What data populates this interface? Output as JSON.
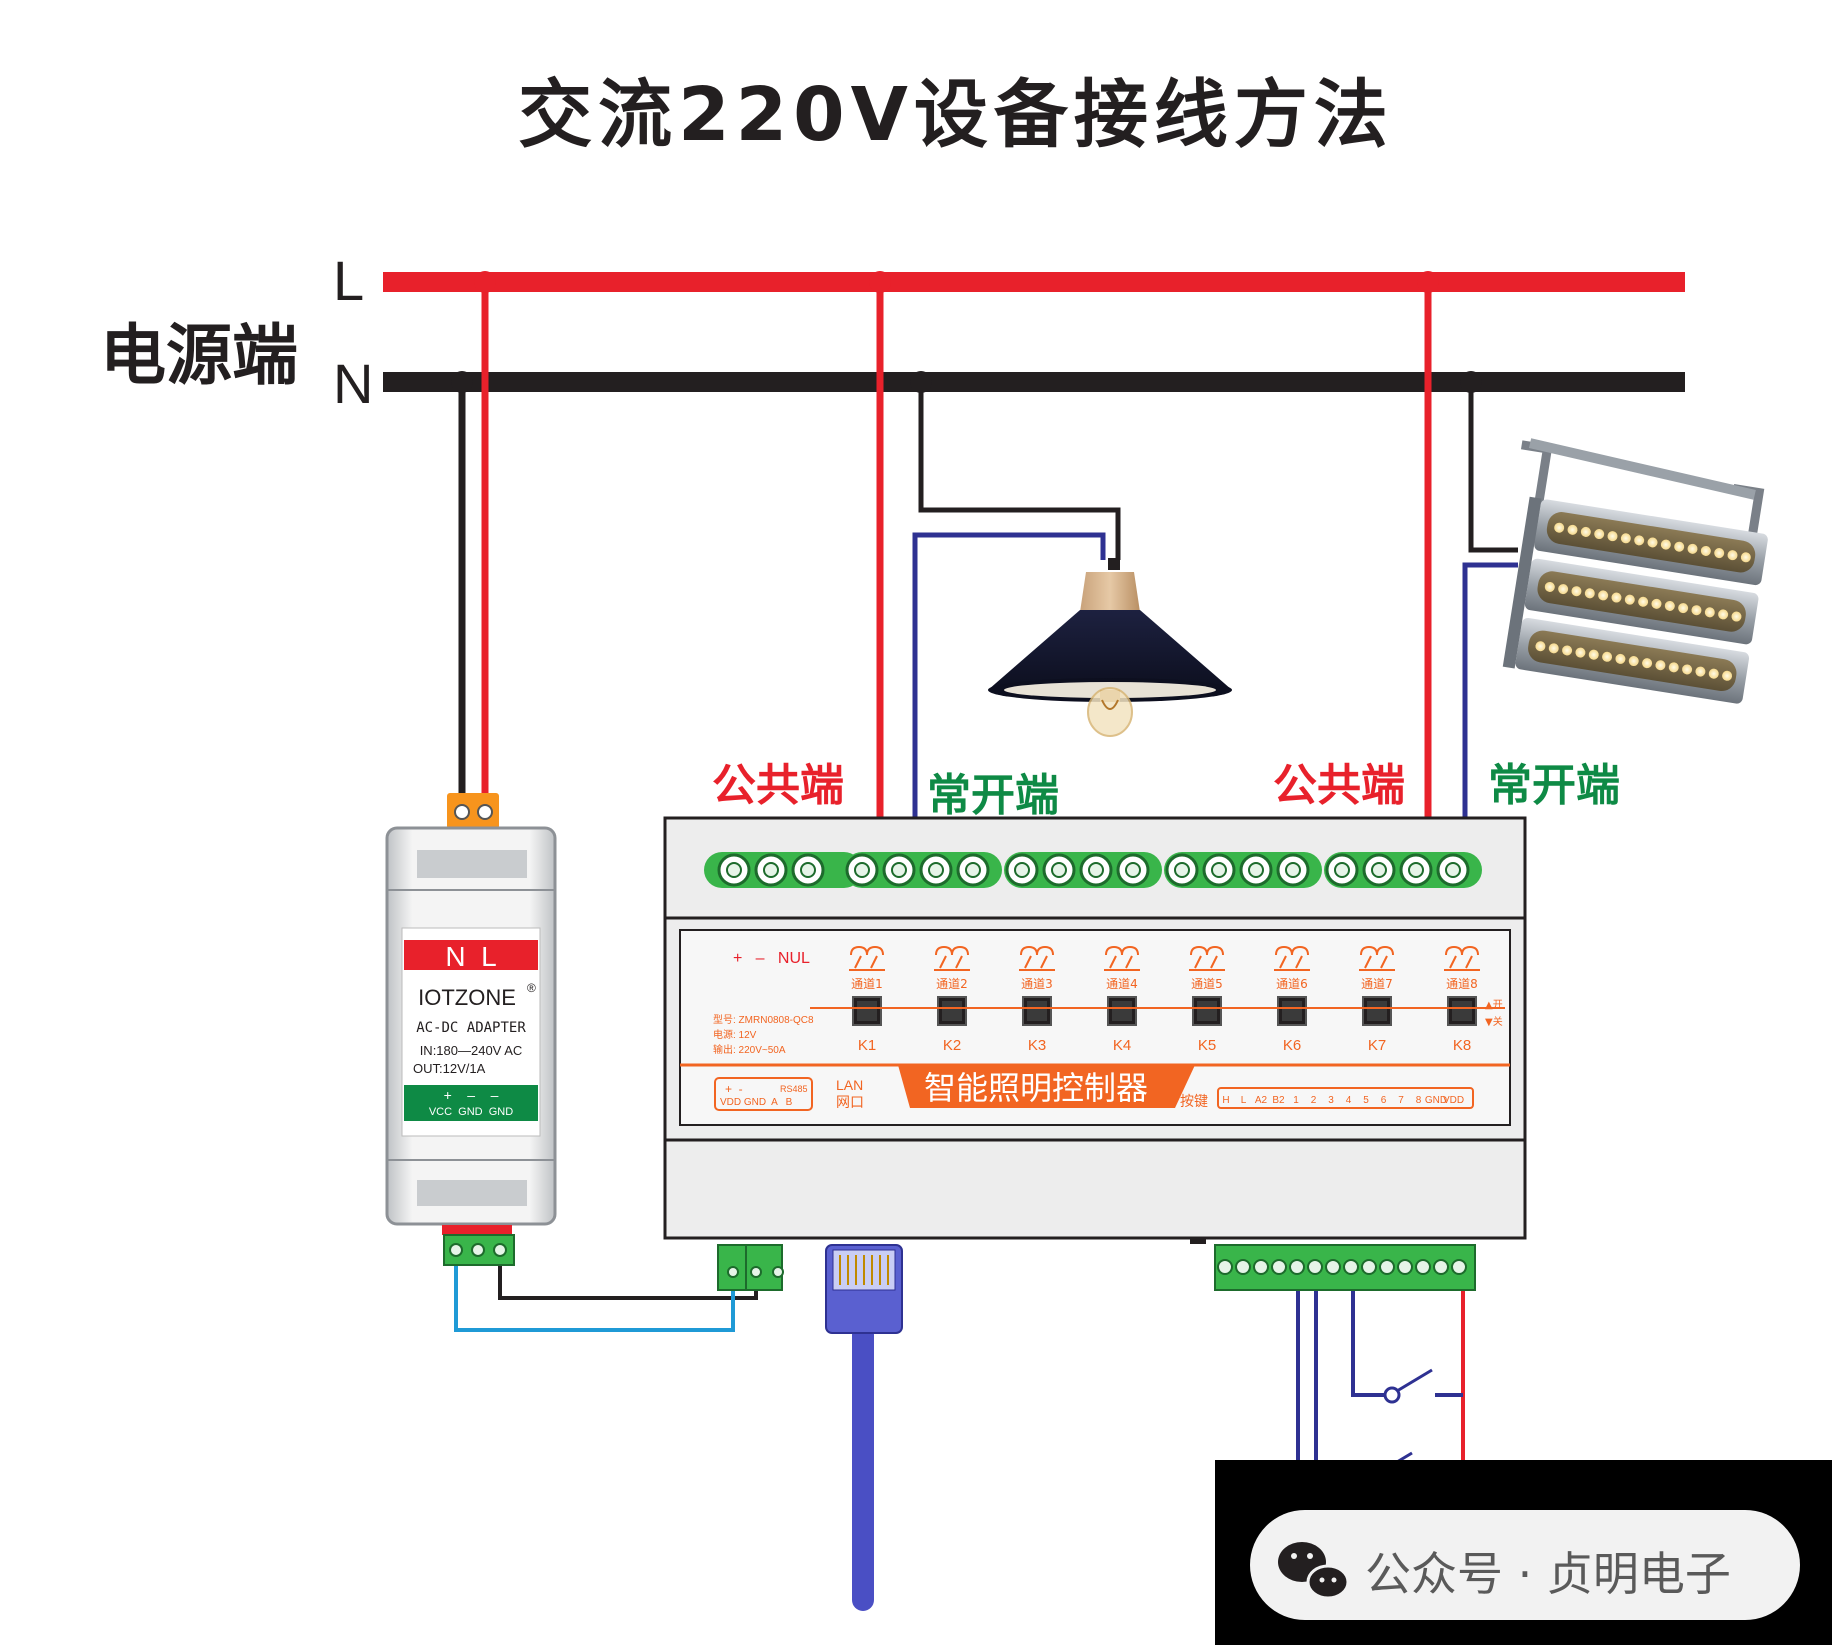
{
  "title": "交流220V设备接线方法",
  "power": {
    "label": "电源端",
    "line_L": "L",
    "line_N": "N"
  },
  "colors": {
    "live": "#e8212b",
    "neutral": "#231f20",
    "signal": "#2e3192",
    "lightblue": "#1f9ad6",
    "green_label": "#0e8a45",
    "red_label": "#e8212b",
    "controller_orange": "#f26522",
    "terminal_green": "#39b54a"
  },
  "terminal_labels": {
    "common_1": "公共端",
    "no_1": "常开端",
    "common_2": "公共端",
    "no_2": "常开端"
  },
  "adapter": {
    "nl_label": "N  L",
    "brand": "IOTZONE",
    "reg": "®",
    "type": "AC-DC ADAPTER",
    "input": "IN:180—240V AC",
    "output": "OUT:12V/1A",
    "pins_sign": "+    –    –",
    "pins": "VCC  GND  GND"
  },
  "controller": {
    "power_pins": "+   –   NUL",
    "channels": [
      "通道1",
      "通道2",
      "通道3",
      "通道4",
      "通道5",
      "通道6",
      "通道7",
      "通道8"
    ],
    "keys": [
      "K1",
      "K2",
      "K3",
      "K4",
      "K5",
      "K6",
      "K7",
      "K8"
    ],
    "model": "型号: ZMRN0808-QC8",
    "supply": "电源: 12V",
    "output_rating": "输出: 220V~50A",
    "on_label": "▲开",
    "off_label": "▼关",
    "rs485_signs": "+  -",
    "rs485_label": "RS485",
    "rs485_pins": "VDD GND  A   B",
    "lan_en": "LAN",
    "lan_cn": "网口",
    "name": "智能照明控制器",
    "keys_label": "按键",
    "key_pins": [
      "H",
      "L",
      "A2",
      "B2",
      "1",
      "2",
      "3",
      "4",
      "5",
      "6",
      "7",
      "8",
      "GND",
      "VDD"
    ]
  },
  "watermark": {
    "text": "公众号 · 贞明电子",
    "icon": "wechat-icon"
  }
}
